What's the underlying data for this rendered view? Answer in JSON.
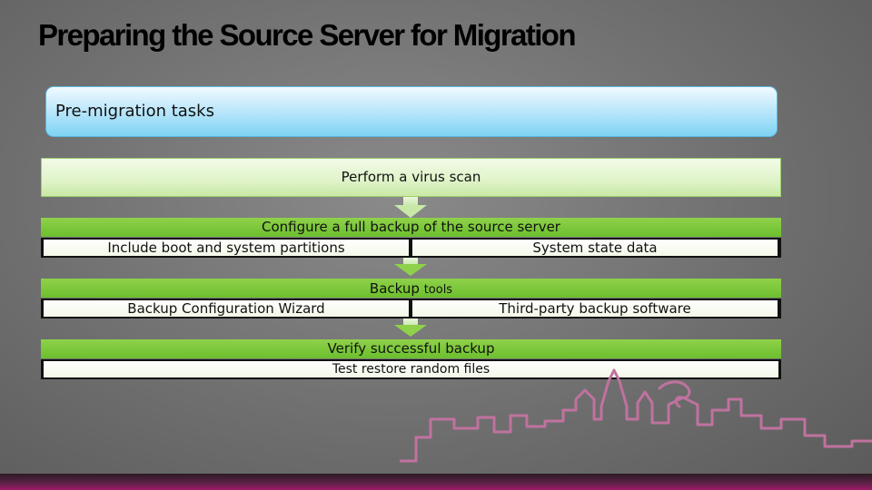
{
  "title": "Preparing the Source Server for Migration",
  "task_header": "Pre-migration tasks",
  "steps": [
    {
      "label": "Perform a virus scan"
    },
    {
      "label": "Configure a full backup of the source server",
      "items": [
        "Include boot and system partitions",
        "System state data"
      ]
    },
    {
      "label_main": "Backup",
      "label_small": "tools",
      "items": [
        "Backup Configuration Wizard",
        "Third-party backup software"
      ]
    },
    {
      "label": "Verify successful backup",
      "items": [
        "Test restore random files"
      ]
    }
  ],
  "colors": {
    "task_box": "#7ed3f4",
    "step_light_green": "#dff3c8",
    "step_green": "#6cbf2e",
    "footer_magenta": "#a01a6c",
    "skyline": "#c0729f"
  }
}
